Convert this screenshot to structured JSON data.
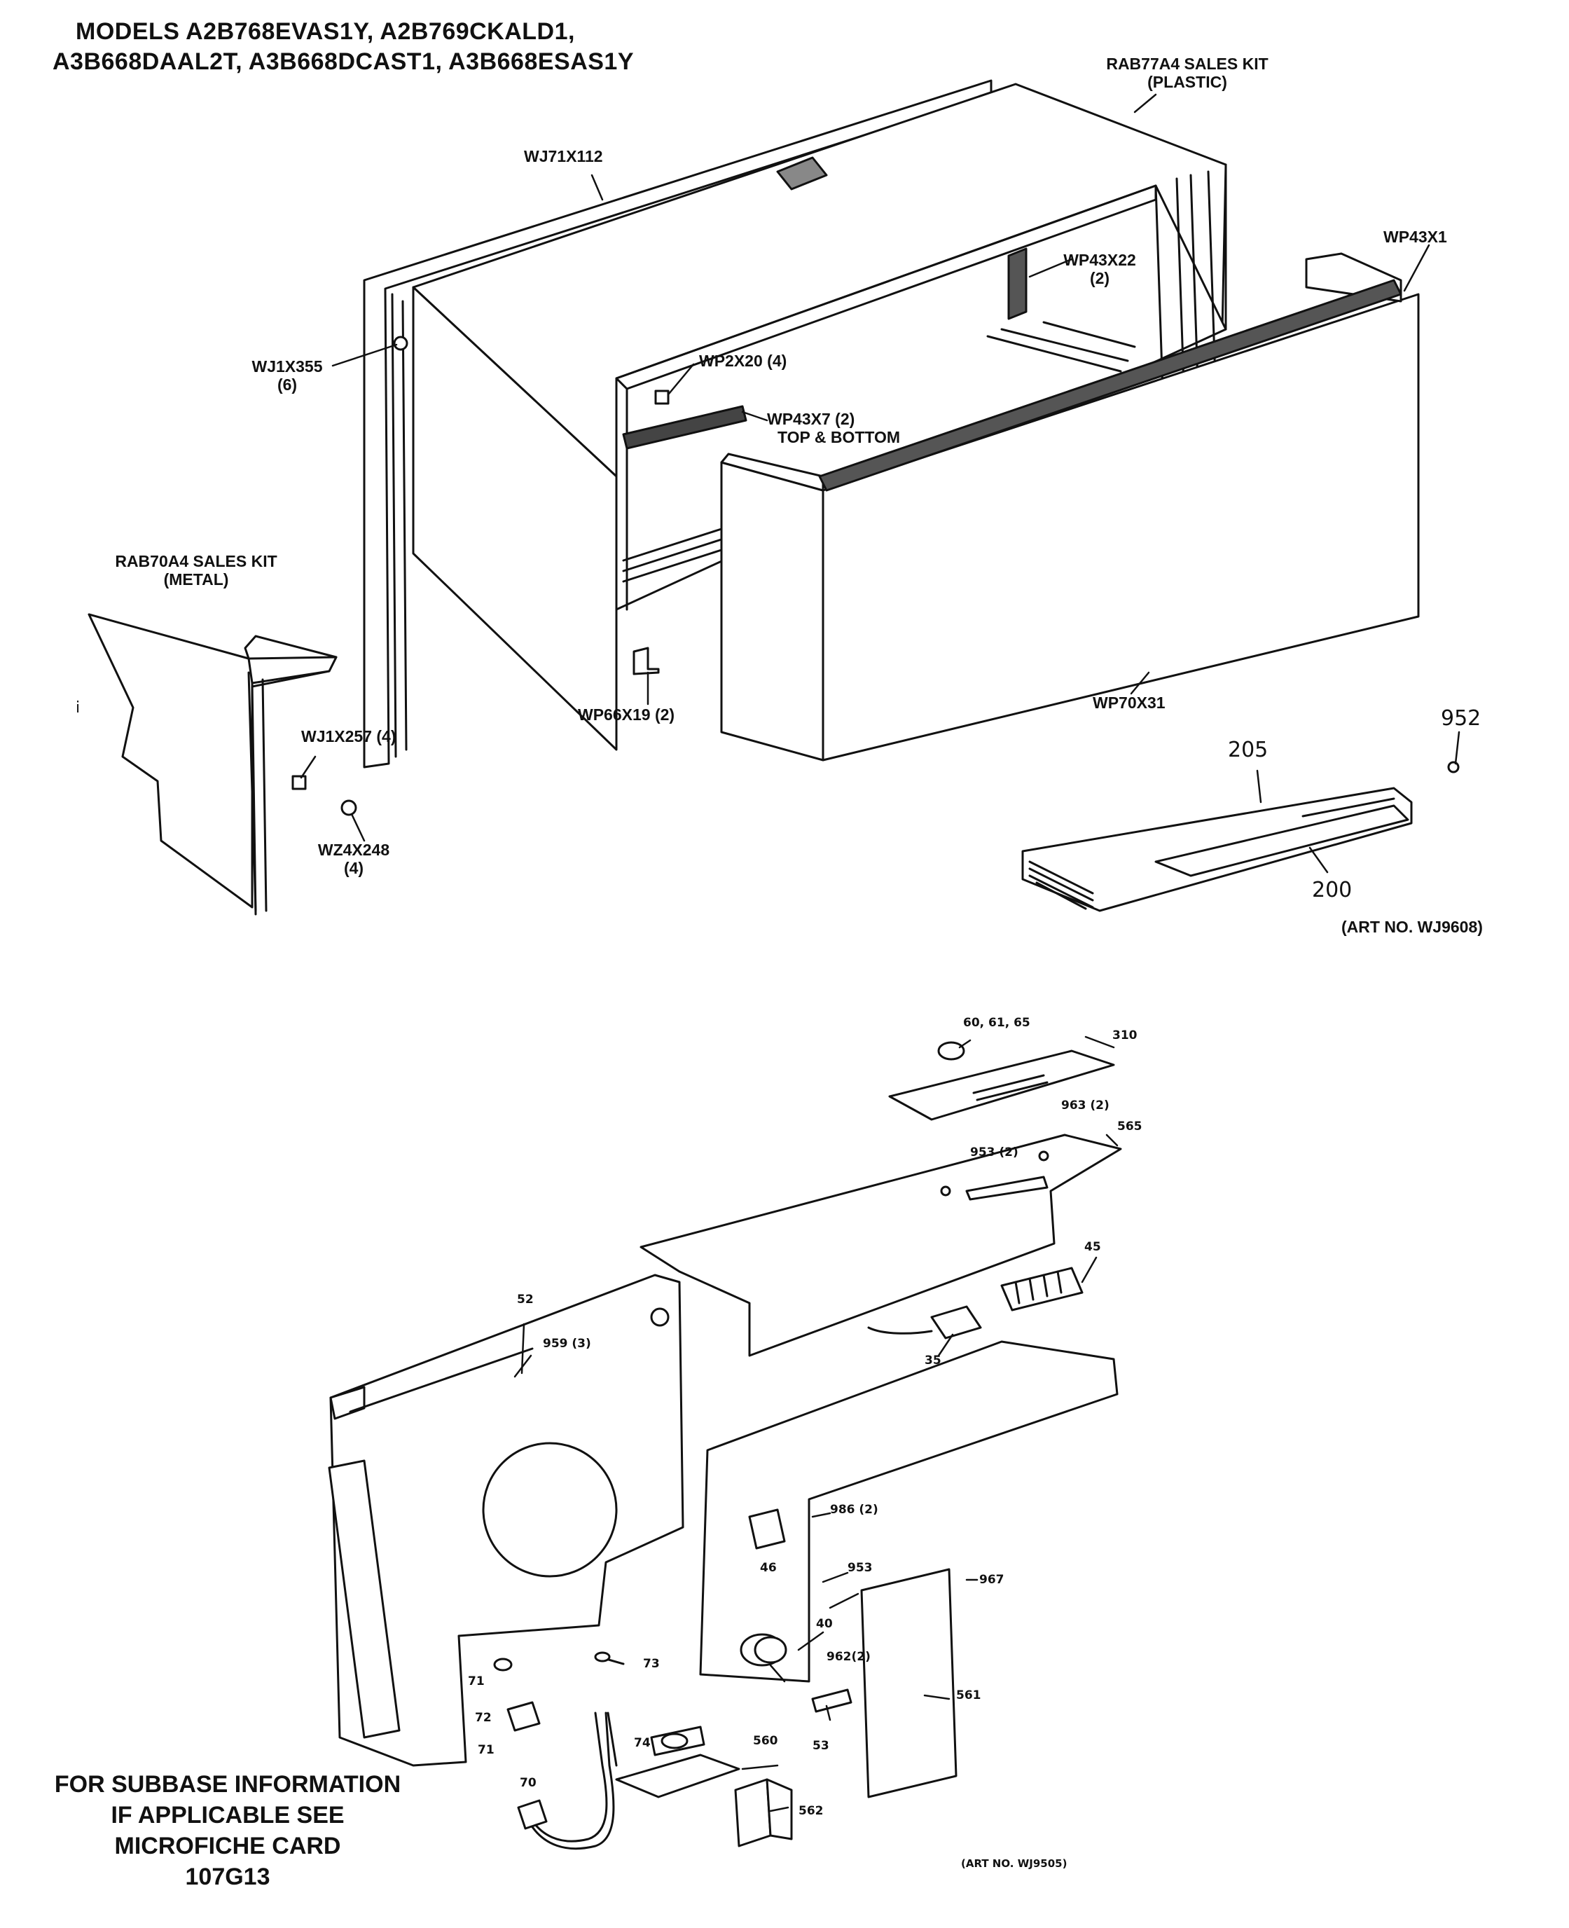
{
  "header": {
    "models_line1": "MODELS A2B768EVAS1Y, A2B769CKALD1,",
    "models_line2": "A3B668DAAL2T, A3B668DCAST1, A3B668ESAS1Y"
  },
  "top_diagram": {
    "labels": {
      "rab77a4_l1": "RAB77A4 SALES KIT",
      "rab77a4_l2": "(PLASTIC)",
      "wj71x112": "WJ71X112",
      "wp43x1": "WP43X1",
      "wp43x22_l1": "WP43X22",
      "wp43x22_l2": "(2)",
      "wj1x355_l1": "WJ1X355",
      "wj1x355_l2": "(6)",
      "wp2x20": "WP2X20 (4)",
      "wp43x7_l1": "WP43X7 (2)",
      "wp43x7_l2": "TOP & BOTTOM",
      "rab70a4_l1": "RAB70A4 SALES KIT",
      "rab70a4_l2": "(METAL)",
      "wj1x257": "WJ1X257 (4)",
      "wz4x248_l1": "WZ4X248",
      "wz4x248_l2": "(4)",
      "wp66x19": "WP66X19 (2)",
      "wp70x31": "WP70X31",
      "p952": "952",
      "p205": "205",
      "p200": "200",
      "stray_i": "i"
    },
    "art_no": "(ART NO. WJ9608)"
  },
  "bottom_diagram": {
    "labels": {
      "p60": "60, 61, 65",
      "p310": "310",
      "p963": "963 (2)",
      "p565": "565",
      "p953a": "953 (2)",
      "p45": "45",
      "p52": "52",
      "p959": "959 (3)",
      "p35": "35",
      "p986": "986 (2)",
      "p46": "46",
      "p953b": "953",
      "p967": "967",
      "p40": "40",
      "p962": "962(2)",
      "p73": "73",
      "p71a": "71",
      "p72": "72",
      "p71b": "71",
      "p561": "561",
      "p74": "74",
      "p560": "560",
      "p53": "53",
      "p70": "70",
      "p562": "562"
    },
    "art_no": "(ART NO. WJ9505)"
  },
  "footer_note": {
    "line1": "FOR SUBBASE INFORMATION",
    "line2": "IF APPLICABLE SEE",
    "line3": "MICROFICHE CARD",
    "line4": "107G13"
  }
}
